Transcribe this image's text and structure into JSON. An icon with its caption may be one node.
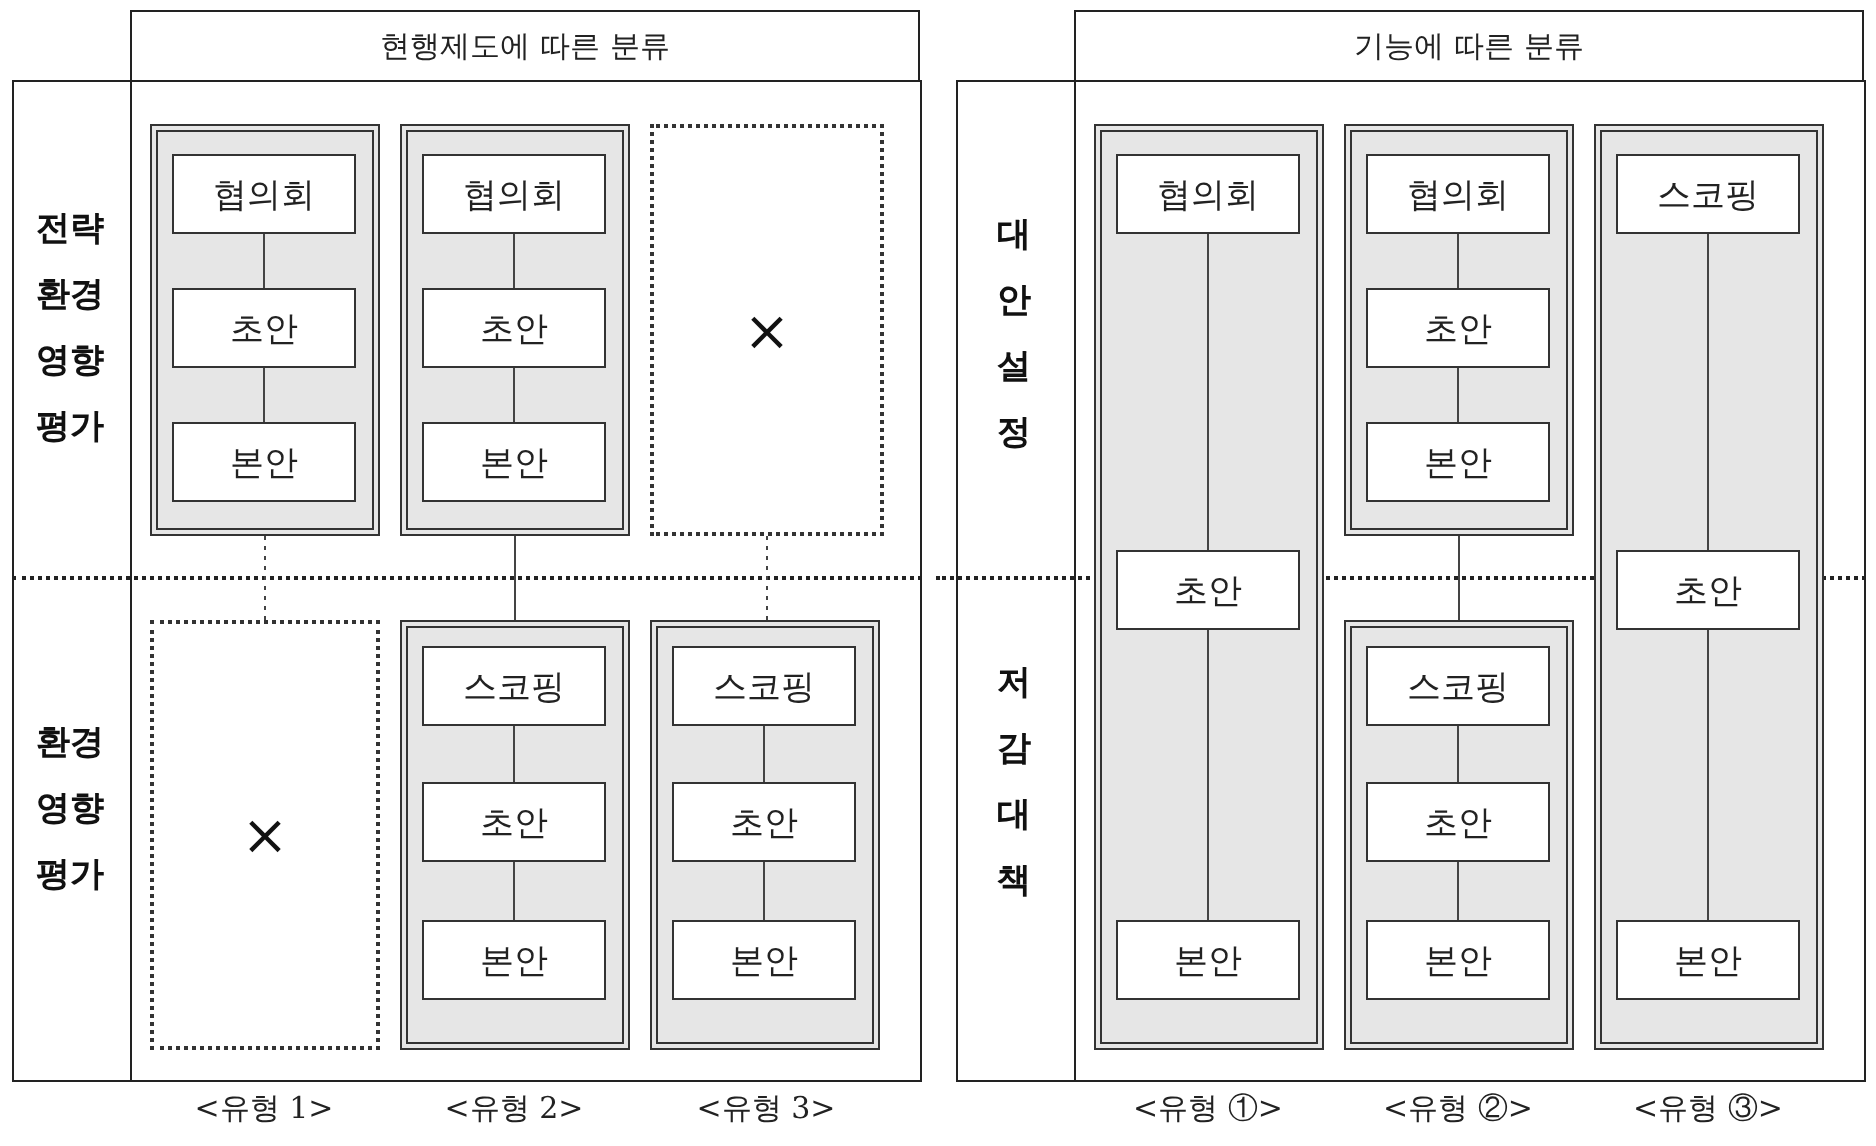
{
  "diagram": {
    "nodes": [
      {
        "text": [
          "현행제도에 따른 분류"
        ]
      },
      {
        "text": [],
        "shape": "box"
      },
      {
        "text": [
          "협의회"
        ],
        "in": 1
      },
      {
        "text": [
          "초안"
        ],
        "in": 1
      },
      {
        "text": [
          "본안"
        ],
        "in": 1
      },
      {
        "text": [],
        "shape": "box"
      },
      {
        "text": [
          "협의회"
        ],
        "in": 5
      },
      {
        "text": [
          "초안"
        ],
        "in": 5
      },
      {
        "text": [
          "본안"
        ],
        "in": 5
      },
      {
        "text": [
          "×"
        ]
      },
      {
        "text": [
          "×"
        ]
      },
      {
        "text": [],
        "shape": "box"
      },
      {
        "text": [
          "스코핑"
        ],
        "in": 11
      },
      {
        "text": [
          "초안"
        ],
        "in": 11
      },
      {
        "text": [
          "본안"
        ],
        "in": 11
      },
      {
        "text": [],
        "shape": "box"
      },
      {
        "text": [
          "스코핑"
        ],
        "in": 15
      },
      {
        "text": [
          "초안"
        ],
        "in": 15
      },
      {
        "text": [
          "본안"
        ],
        "in": 15
      },
      {
        "text": [
          "기능에 따른 분류"
        ]
      },
      {
        "text": [],
        "shape": "box"
      },
      {
        "text": [
          "협의회"
        ],
        "in": 20
      },
      {
        "text": [
          "초안"
        ],
        "in": 20
      },
      {
        "text": [
          "본안"
        ],
        "in": 20
      },
      {
        "text": [],
        "shape": "box"
      },
      {
        "text": [
          "협의회"
        ],
        "in": 24
      },
      {
        "text": [
          "초안"
        ],
        "in": 24
      },
      {
        "text": [
          "본안"
        ],
        "in": 24
      },
      {
        "text": [],
        "shape": "box"
      },
      {
        "text": [
          "스코핑"
        ],
        "in": 28
      },
      {
        "text": [
          "초안"
        ],
        "in": 28
      },
      {
        "text": [
          "본안"
        ],
        "in": 28
      },
      {
        "text": [],
        "shape": "box"
      },
      {
        "text": [
          "스코핑"
        ],
        "in": 32
      },
      {
        "text": [
          "초안"
        ],
        "in": 32
      },
      {
        "text": [
          "본안"
        ],
        "in": 32
      }
    ],
    "edges": [
      {
        "from": 2,
        "to": 3,
        "arrow": "none"
      },
      {
        "from": 3,
        "to": 4,
        "arrow": "none"
      },
      {
        "from": 6,
        "to": 7,
        "arrow": "none"
      },
      {
        "from": 7,
        "to": 8,
        "arrow": "none"
      },
      {
        "from": 12,
        "to": 13,
        "arrow": "none"
      },
      {
        "from": 13,
        "to": 14,
        "arrow": "none"
      },
      {
        "from": 16,
        "to": 17,
        "arrow": "none"
      },
      {
        "from": 17,
        "to": 18,
        "arrow": "none"
      },
      {
        "from": 21,
        "to": 22,
        "arrow": "none"
      },
      {
        "from": 22,
        "to": 23,
        "arrow": "none"
      },
      {
        "from": 25,
        "to": 26,
        "arrow": "none"
      },
      {
        "from": 26,
        "to": 27,
        "arrow": "none"
      },
      {
        "from": 29,
        "to": 30,
        "arrow": "none"
      },
      {
        "from": 30,
        "to": 31,
        "arrow": "none"
      },
      {
        "from": 33,
        "to": 34,
        "arrow": "none"
      },
      {
        "from": 34,
        "to": 35,
        "arrow": "none"
      },
      {
        "from": 1,
        "to": 10,
        "arrow": "none",
        "style": "dashed"
      },
      {
        "from": 5,
        "to": 11,
        "arrow": "none"
      },
      {
        "from": 9,
        "to": 15,
        "arrow": "none",
        "style": "dashed"
      },
      {
        "from": 24,
        "to": 32,
        "arrow": "none"
      }
    ],
    "labels": [
      "전략환경영향평가",
      "환경영향평가",
      "<유형 1>",
      "<유형 2>",
      "<유형 3>",
      "대안설정",
      "저감대책",
      "<유형 ①>",
      "<유형 ②>",
      "<유형 ③>"
    ]
  }
}
